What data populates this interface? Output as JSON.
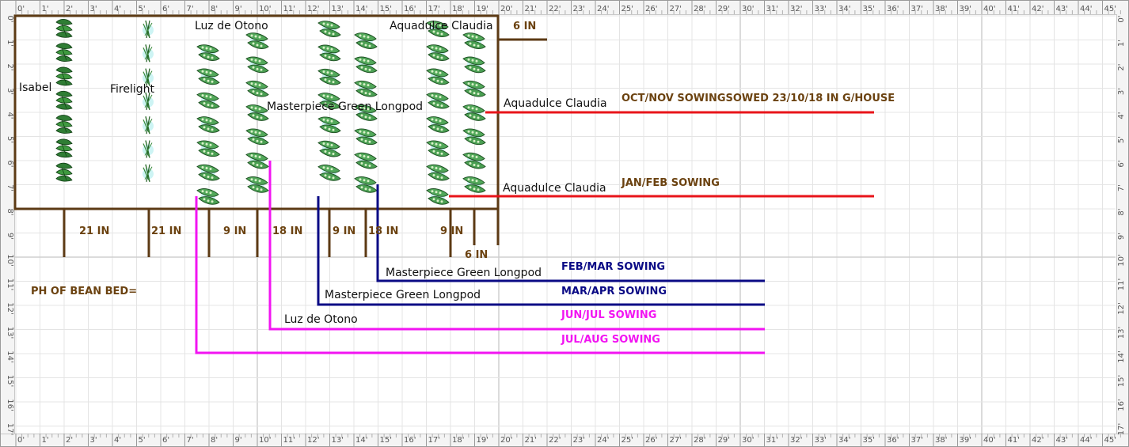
{
  "ruler": {
    "labels": [
      "0'",
      "1'",
      "2'",
      "3'",
      "4'",
      "5'",
      "6'",
      "7'",
      "8'",
      "9'",
      "10'",
      "11'",
      "12'",
      "13'",
      "14'",
      "15'",
      "16'",
      "17'",
      "18'",
      "19'",
      "20'",
      "21'",
      "22'",
      "23'",
      "24'",
      "25'",
      "26'",
      "27'",
      "28'",
      "29'",
      "30'",
      "31'",
      "32'",
      "33'",
      "34'",
      "35'",
      "36'",
      "37'",
      "38'",
      "39'",
      "40'",
      "41'",
      "42'",
      "43'",
      "44'",
      "45'"
    ],
    "vlabels": [
      "0'",
      "1'",
      "2'",
      "3'",
      "4'",
      "5'",
      "6'",
      "7'",
      "8'",
      "9'",
      "10'",
      "11'",
      "12'",
      "13'",
      "14'",
      "15'",
      "16'",
      "17'"
    ]
  },
  "colors": {
    "bed": "#5c3a14",
    "brown_text": "#6b4210",
    "red": "#e8141a",
    "navy": "#0a0a85",
    "magenta": "#f214f2",
    "grid": "#e4e4e4",
    "grid_major": "#cfcfcf"
  },
  "icons": {
    "leafy": "green-bean-leaf-icon",
    "thin": "thin-bean-stalk-icon",
    "pod": "broad-bean-pod-icon"
  },
  "plants": {
    "isabel": "Isabel",
    "firelight": "Firelight",
    "luz_top": "Luz de Otono",
    "aquadulce_top": "Aquadulce Claudia",
    "masterpiece_mid": "Masterpiece Green Longpod"
  },
  "dimensions": {
    "top_6in": "6 IN",
    "d_21a": "21 IN",
    "d_21b": "21 IN",
    "d_9a": "9 IN",
    "d_18a": "18 IN",
    "d_9b": "9 IN",
    "d_18b": "18 IN",
    "d_9c": "9 IN",
    "d_6b": "6 IN"
  },
  "sowing": {
    "oct_label": "Aquadulce Claudia",
    "oct_title": "OCT/NOV SOWINGSOWED 23/10/18 IN G/HOUSE",
    "jan_label": "Aquadulce Claudia",
    "jan_title": "JAN/FEB SOWING",
    "feb_label": "Masterpiece Green Longpod",
    "feb_title": "FEB/MAR SOWING",
    "mar_label": "Masterpiece Green Longpod",
    "mar_title": "MAR/APR SOWING",
    "jun_label": "Luz de Otono",
    "jun_title": "JUN/JUL SOWING",
    "jul_title": "JUL/AUG SOWING"
  },
  "notes": {
    "ph": "PH OF BEAN BED="
  }
}
